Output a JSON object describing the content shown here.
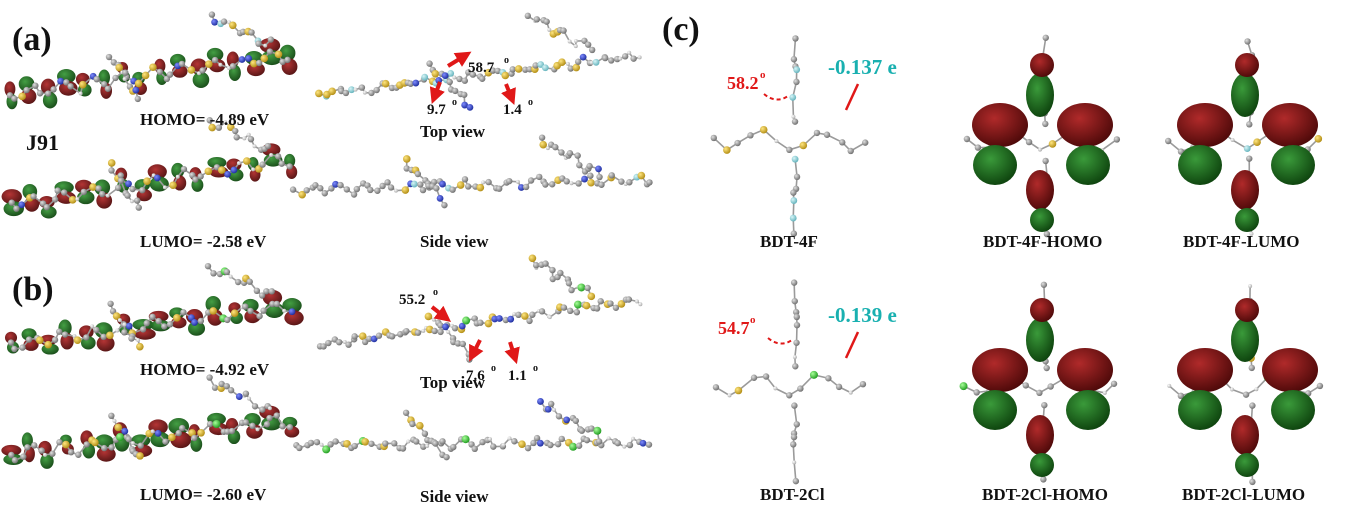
{
  "panel_a": {
    "letter": "(a)",
    "molecule": "J91",
    "homo": "HOMO= -4.89 eV",
    "lumo": "LUMO= -2.58 eV",
    "top_view": "Top view",
    "side_view": "Side view",
    "angle_main": "58.7",
    "angle_left": "9.7",
    "angle_right": "1.4",
    "degree": "o"
  },
  "panel_b": {
    "letter": "(b)",
    "homo": "HOMO= -4.92 eV",
    "lumo": "LUMO= -2.60 eV",
    "top_view": "Top view",
    "side_view": "Side view",
    "angle_main": "55.2",
    "angle_left": "7.6",
    "angle_right": "1.1",
    "degree": "o"
  },
  "panel_c": {
    "letter": "(c)",
    "bdt4f_label": "BDT-4F",
    "bdt4f_homo_label": "BDT-4F-HOMO",
    "bdt4f_lumo_label": "BDT-4F-LUMO",
    "bdt4f_angle": "58.2",
    "bdt4f_charge": "-0.137 e",
    "bdt2cl_label": "BDT-2Cl",
    "bdt2cl_homo_label": "BDT-2Cl-HOMO",
    "bdt2cl_lumo_label": "BDT-2Cl-LUMO",
    "bdt2cl_angle": "54.7",
    "bdt2cl_charge": "-0.139 e",
    "degree": "o"
  },
  "colors": {
    "orbital_red": "#7a1212",
    "orbital_green": "#1e6e1e",
    "carbon": "#8a8a8a",
    "sulfur": "#d8b02a",
    "nitrogen": "#2a3fc8",
    "fluorine": "#7fd0d8",
    "chlorine": "#3ccc3c",
    "hydrogen": "#e8e8e8",
    "arrow_red": "#e01818",
    "charge_cyan": "#19b0b0"
  }
}
